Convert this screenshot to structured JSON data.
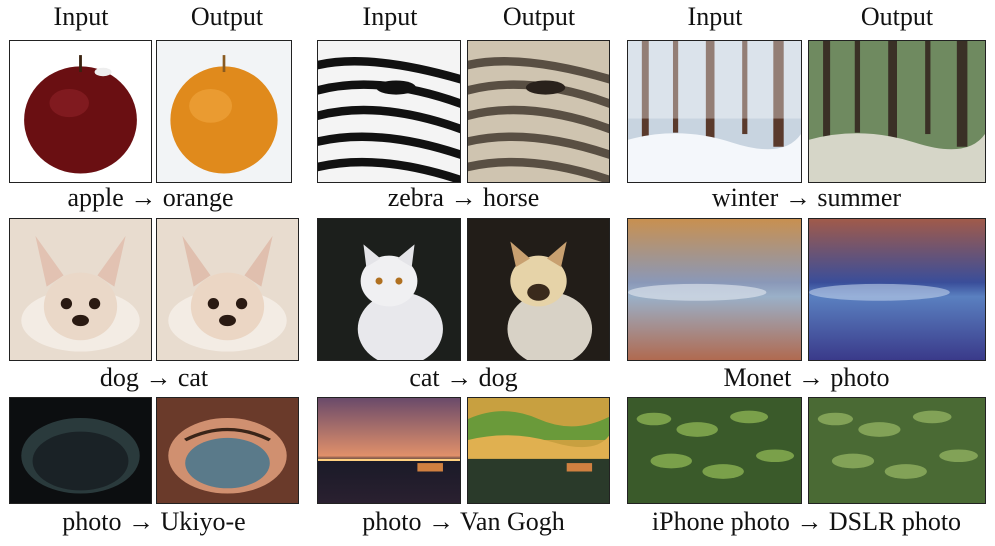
{
  "headers": {
    "col1_input": "Input",
    "col1_output": "Output",
    "col2_input": "Input",
    "col2_output": "Output",
    "col3_input": "Input",
    "col3_output": "Output"
  },
  "captions": {
    "r1c1": "apple → orange",
    "r1c2": "zebra → horse",
    "r1c3": "winter → summer",
    "r2c1": "dog → cat",
    "r2c2": "cat → dog",
    "r2c3": "Monet → photo",
    "r3c1": "photo → Ukiyo-e",
    "r3c2": "photo → Van Gogh",
    "r3c3": "iPhone photo → DSLR photo"
  }
}
